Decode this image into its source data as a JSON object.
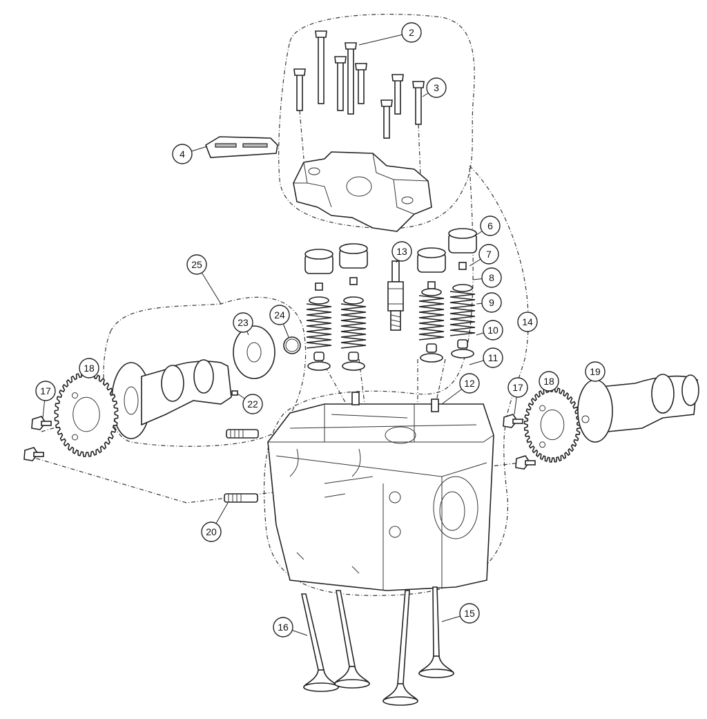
{
  "diagram": {
    "title": "Cylinder head exploded parts diagram",
    "callouts": [
      "2",
      "3",
      "4",
      "6",
      "7",
      "8",
      "9",
      "10",
      "11",
      "12",
      "13",
      "14",
      "15",
      "16",
      "17",
      "17",
      "18",
      "18",
      "19",
      "20",
      "22",
      "23",
      "24",
      "25"
    ]
  }
}
